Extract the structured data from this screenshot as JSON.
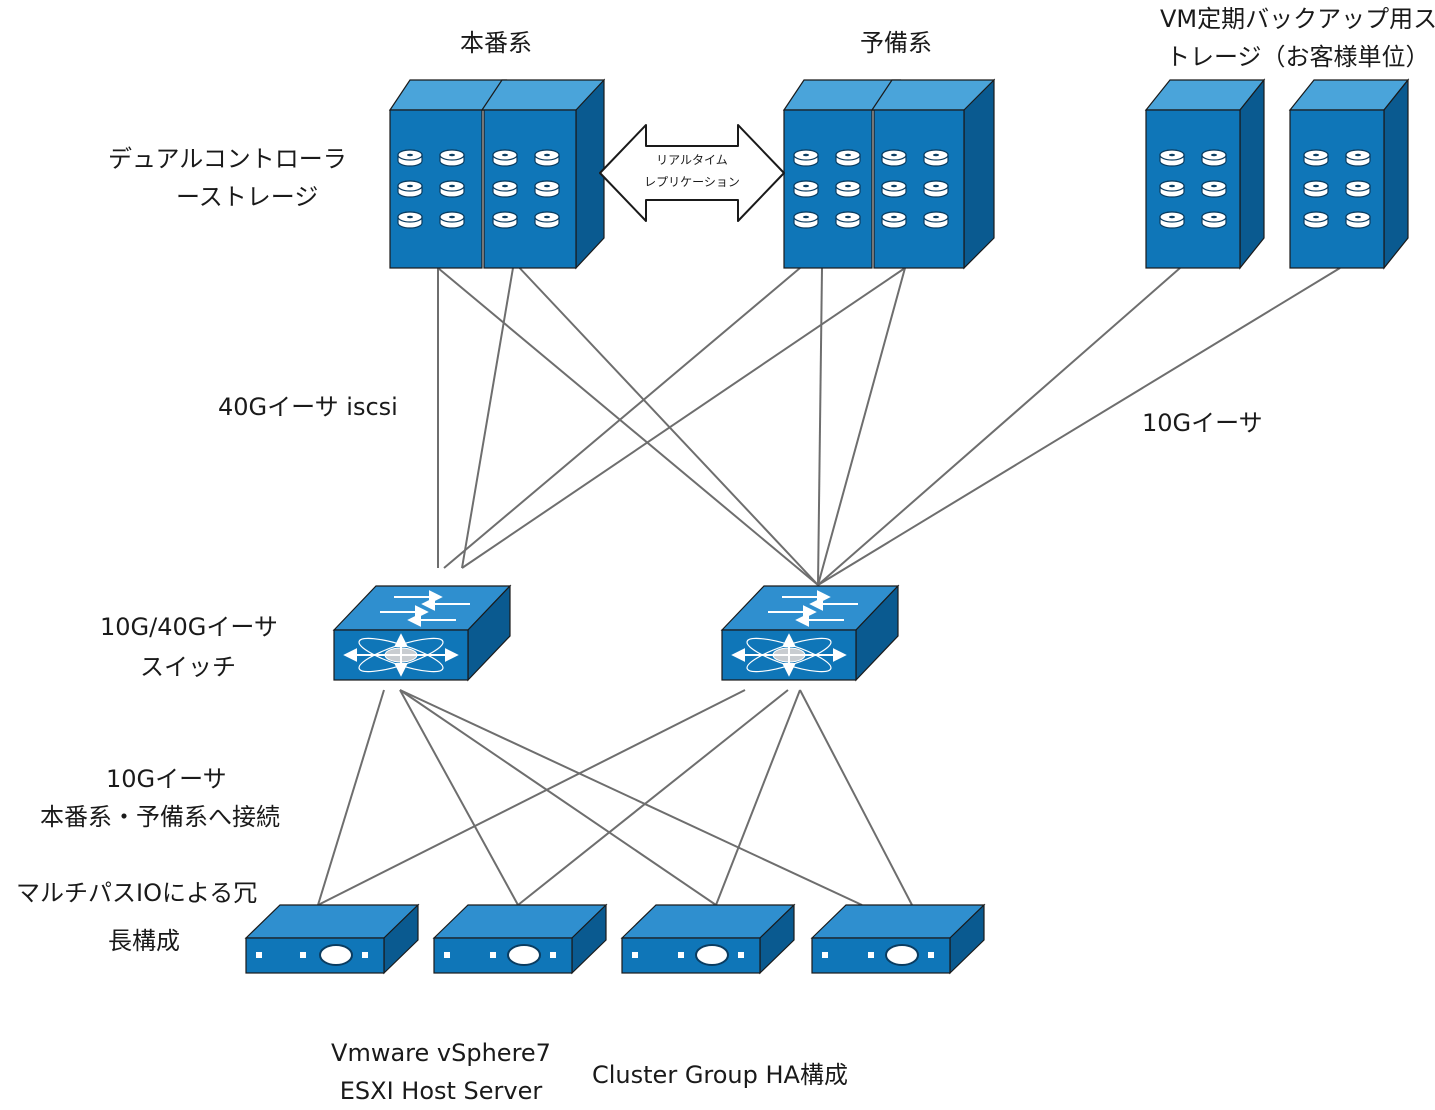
{
  "labels": {
    "production": "本番系",
    "standby": "予備系",
    "backup_line1": "VM定期バックアップ用ス",
    "backup_line2": "トレージ（お客様単位）",
    "dual_ctrl_line1": "デュアルコントローラ",
    "dual_ctrl_line2": "ーストレージ",
    "replication_line1": "リアルタイム",
    "replication_line2": "レプリケーション",
    "link_40g": "40Gイーサ iscsi",
    "link_10g_backup": "10Gイーサ",
    "switch_line1": "10G/40Gイーサ",
    "switch_line2": "スイッチ",
    "link_10g_hosts_line1": "10Gイーサ",
    "link_10g_hosts_line2": "本番系・予備系へ接続",
    "multipath_line1": "マルチパスIOによる冗",
    "multipath_line2": "長構成",
    "host_line1": "Vmware vSphere7",
    "host_line2": "ESXI Host Server",
    "cluster": "Cluster Group HA構成"
  },
  "colors": {
    "device_blue": "#0f76b8",
    "device_dark": "#0a5a90",
    "device_light": "#4aa4da",
    "link_gray": "#6e6e6e"
  }
}
